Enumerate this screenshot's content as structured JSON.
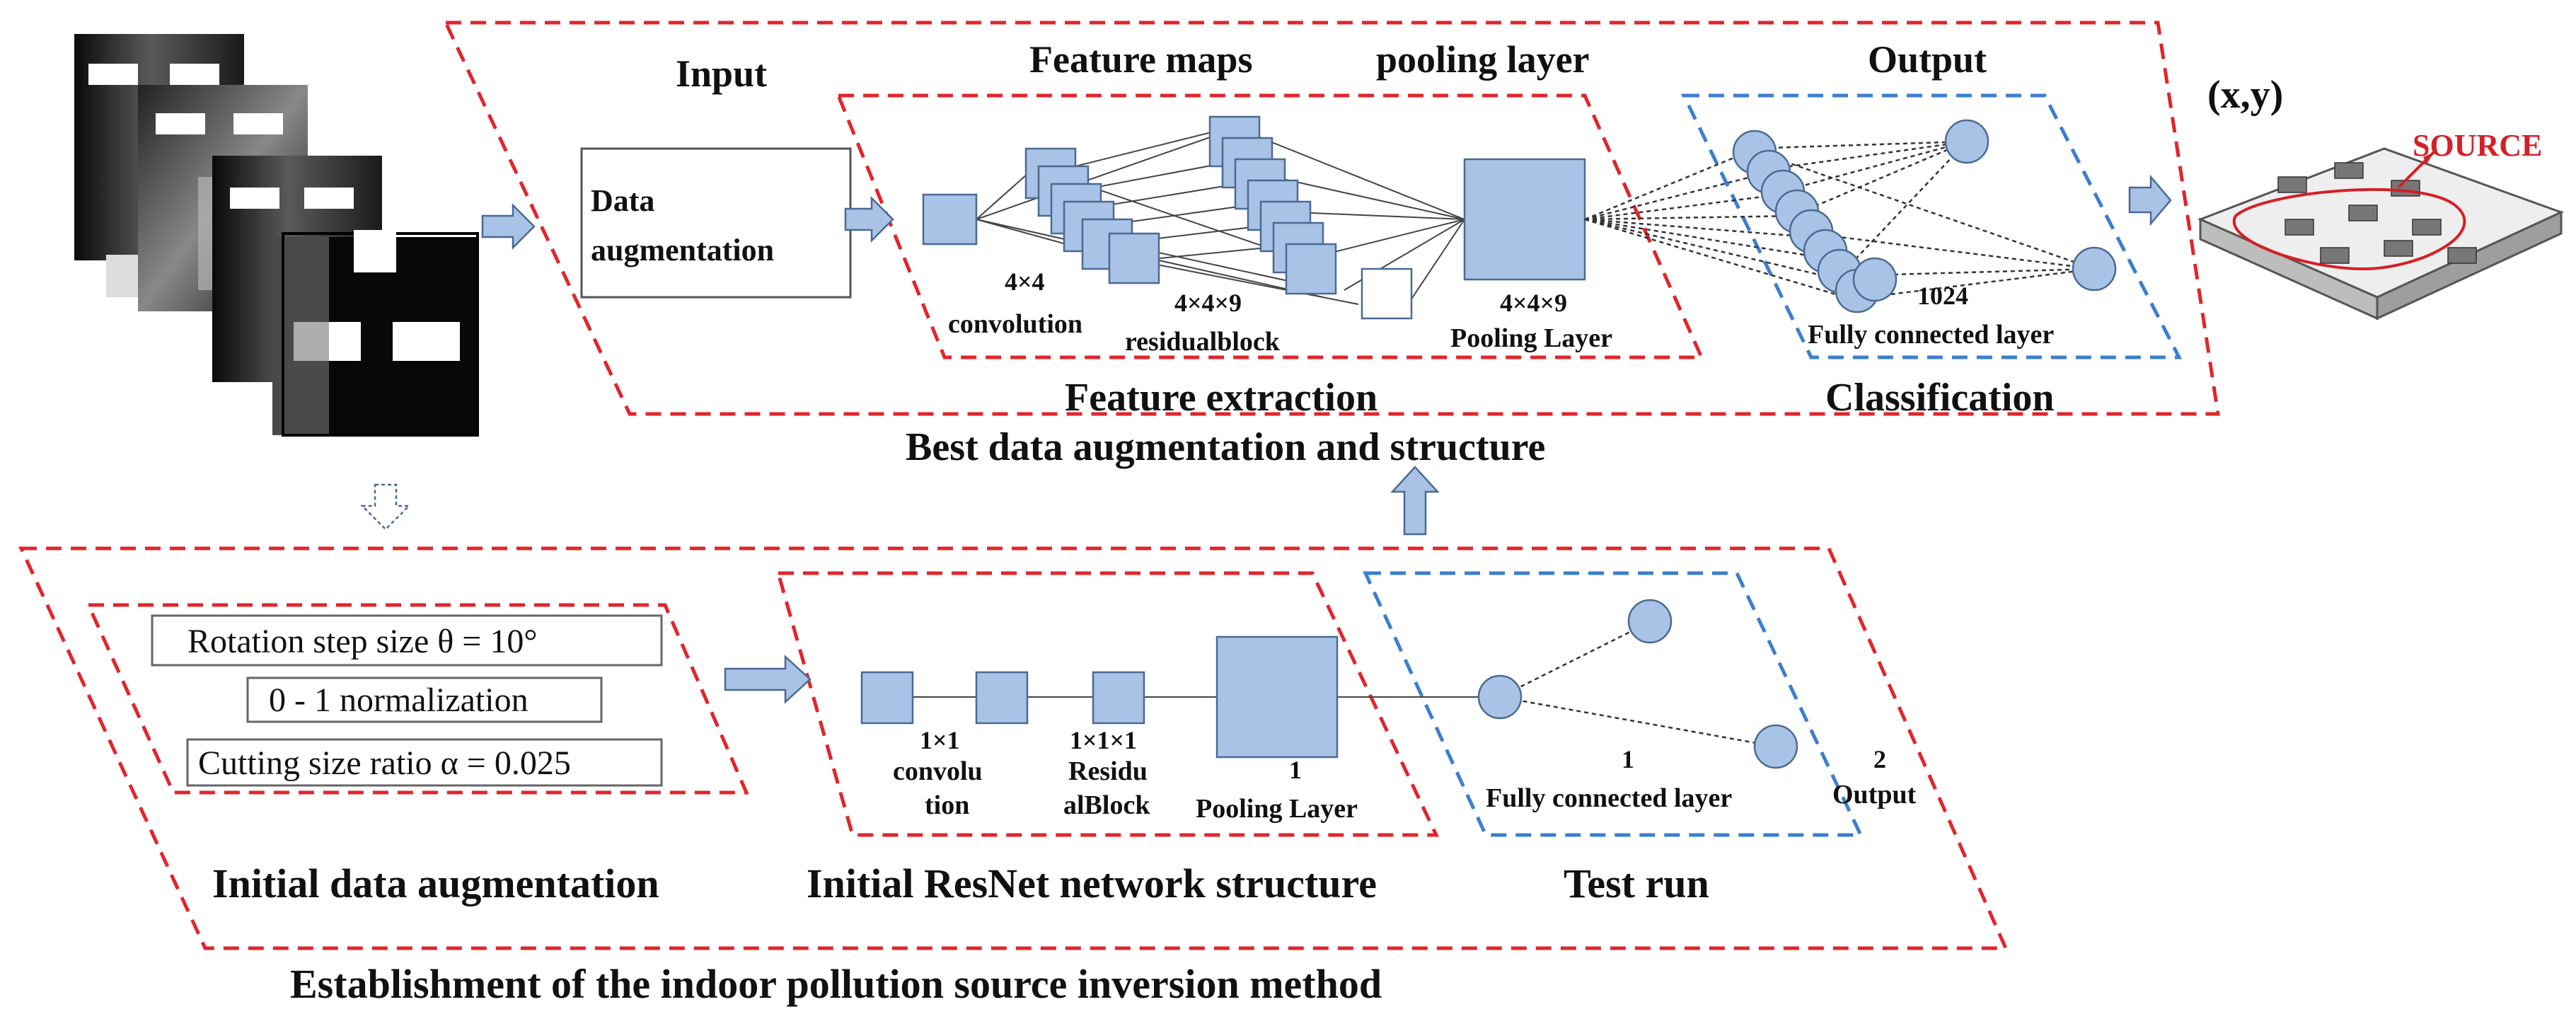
{
  "top": {
    "input_label": "Input",
    "data_aug_line1": "Data",
    "data_aug_line2": "augmentation",
    "feature_maps_label": "Feature maps",
    "pooling_layer_label": "pooling layer",
    "output_label": "Output",
    "conv_dims": "4×4",
    "conv_label": "convolution",
    "resblock_dims": "4×4×9",
    "resblock_label": "residualblock",
    "pool_dims": "4×4×9",
    "pool_label": "Pooling Layer",
    "fc_count": "1024",
    "fc_label": "Fully connected layer",
    "feature_extraction_label": "Feature extraction",
    "classification_label": "Classification",
    "best_label": "Best data augmentation and structure",
    "xy_label": "(x,y)",
    "source_label": "SOURCE"
  },
  "bottom": {
    "rotation": "Rotation step size  θ = 10°",
    "normalization": "0 - 1 normalization",
    "cutting": "Cutting size ratio α = 0.025",
    "conv_dims": "1×1",
    "conv_l1": "convolu",
    "conv_l2": "tion",
    "res_dims": "1×1×1",
    "res_l1": "Residu",
    "res_l2": "alBlock",
    "pool_dims": "1",
    "pool_label": "Pooling Layer",
    "fc_count": "1",
    "fc_label": "Fully connected layer",
    "out_count": "2",
    "out_label": "Output",
    "initial_aug_label": "Initial data augmentation",
    "initial_resnet_label": "Initial ResNet network structure",
    "test_run_label": "Test run",
    "establishment_label": "Establishment of the indoor pollution source inversion method"
  },
  "colors": {
    "red_dash": "#e0262c",
    "blue_dash": "#3b7fcf",
    "node_fill": "#a9c3e6",
    "source_text": "#d42027"
  }
}
